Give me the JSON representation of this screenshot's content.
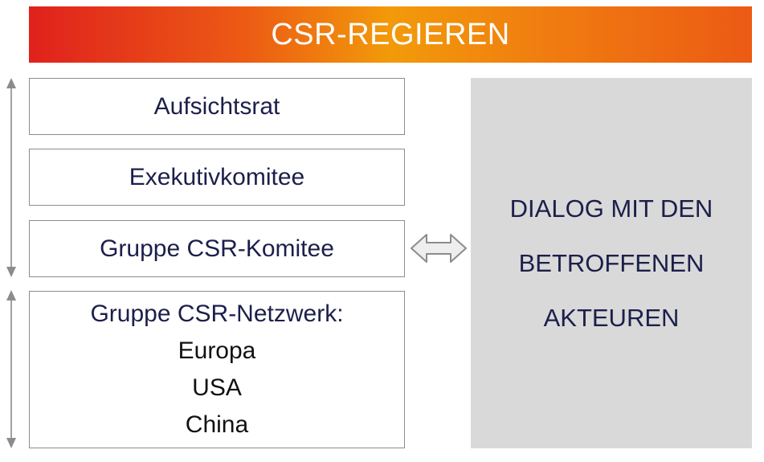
{
  "header": {
    "title": "CSR-REGIEREN"
  },
  "levels": [
    {
      "label": "Aufsichtsrat"
    },
    {
      "label": "Exekutivkomitee"
    },
    {
      "label": "Gruppe CSR-Komitee"
    }
  ],
  "network": {
    "title": "Gruppe CSR-Netzwerk:",
    "regions": [
      "Europa",
      "USA",
      "China"
    ]
  },
  "dialog": {
    "lines": [
      "DIALOG MIT DEN",
      "BETROFFENEN",
      "AKTEUREN"
    ]
  },
  "colors": {
    "header_start": "#e0211d",
    "header_mid": "#f29a0a",
    "header_end": "#ec5a14",
    "text": "#1c1f4a",
    "panel": "#d9d9d9",
    "border": "#8c8c8c",
    "arrow": "#8c8c8c"
  }
}
